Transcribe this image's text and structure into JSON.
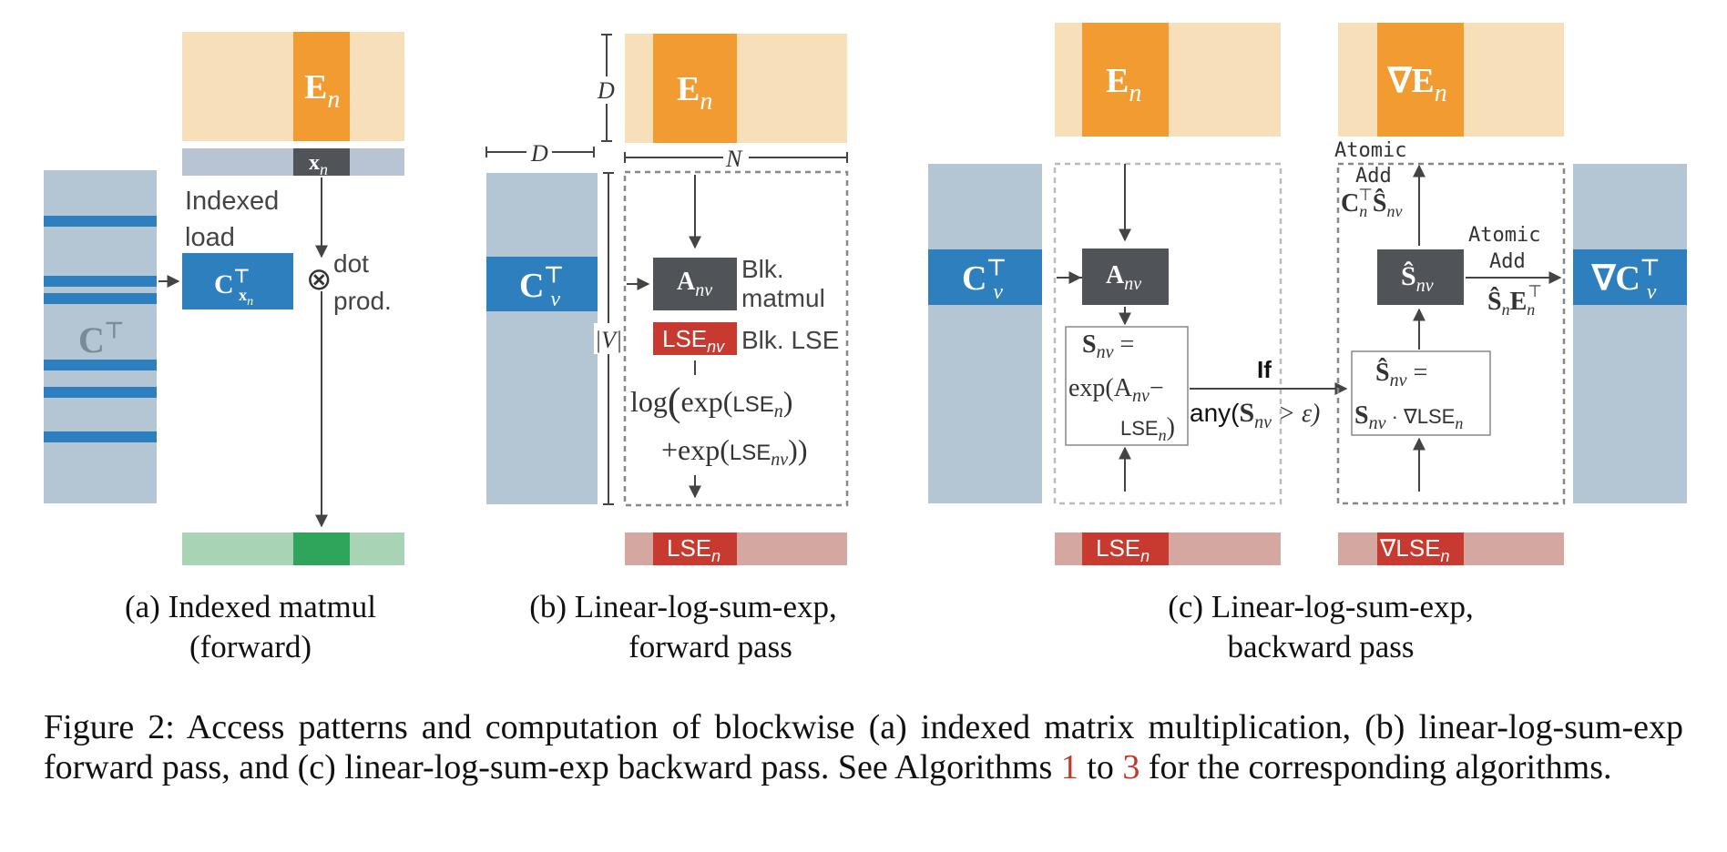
{
  "colors": {
    "e_light": "#f6dfb9",
    "e_dark": "#f29b30",
    "c_light": "#b4c6d3",
    "c_dark": "#2e7fbd",
    "x_strip": "#b8c3d4",
    "node_dark": "#505459",
    "lse_red": "#c83a30",
    "lse_light": "#d4a8a0",
    "out_light": "#a8d3b5",
    "out_dark": "#2ea55a"
  },
  "panel_a": {
    "E_label": "E",
    "E_sub": "n",
    "x_label": "x",
    "x_sub": "n",
    "indexed_load": [
      "Indexed",
      "load"
    ],
    "CT_label": "C",
    "CT_sup": "⊤",
    "Cx_label": "C",
    "Cx_sup": "⊤",
    "Cx_sub": "x",
    "Cx_subsub": "n",
    "dot_symbol": "⊗",
    "dot_label": [
      "dot",
      "prod."
    ],
    "caption": [
      "(a) Indexed matmul",
      "(forward)"
    ]
  },
  "panel_b": {
    "D_vertical": "D",
    "D_horizontal": "D",
    "N_label": "N",
    "V_label": "|V|",
    "E_label": "E",
    "E_sub": "n",
    "Cv_label": "C",
    "Cv_sup": "⊤",
    "Cv_sub": "v",
    "A_label": "A",
    "A_sub": "nv",
    "blk_matmul": [
      "Blk.",
      "matmul"
    ],
    "lse_nv": "LSE",
    "lse_nv_sub": "nv",
    "blk_lse": "Blk. LSE",
    "formula_line1": [
      "log",
      "(",
      "exp(",
      "LSE",
      "n",
      ")"
    ],
    "formula_line2": [
      "+exp(",
      "LSE",
      "nv",
      "))"
    ],
    "lse_out": "LSE",
    "lse_out_sub": "n",
    "caption": [
      "(b) Linear-log-sum-exp,",
      "forward pass"
    ]
  },
  "panel_c": {
    "E_label": "E",
    "E_sub": "n",
    "gradE_label": "∇E",
    "gradE_sub": "n",
    "Cv_label": "C",
    "Cv_sup": "⊤",
    "Cv_sub": "v",
    "A_label": "A",
    "A_sub": "nv",
    "S_box": [
      "S",
      "nv",
      " =",
      "exp(A",
      "nv",
      "−",
      "LSE",
      "n",
      ")"
    ],
    "if_label": "If",
    "any_label": [
      "any(",
      "S",
      "nv",
      " > ε)"
    ],
    "Shat_box": [
      "Ŝ",
      "nv",
      " =",
      "S",
      "nv",
      " · ∇LSE",
      "n"
    ],
    "Shat_node": "Ŝ",
    "Shat_node_sub": "nv",
    "atomic_add_top": [
      "Atomic",
      "Add"
    ],
    "atomic_add_top_expr": [
      "C",
      "n",
      "⊤",
      "Ŝ",
      "nv"
    ],
    "atomic_add_right": [
      "Atomic",
      "Add"
    ],
    "atomic_add_right_expr": [
      "Ŝ",
      "n",
      "E",
      "n",
      "⊤"
    ],
    "gradC_label": "∇C",
    "gradC_sup": "⊤",
    "gradC_sub": "v",
    "lse_bottom": "LSE",
    "lse_bottom_sub": "n",
    "grad_lse_bottom": "∇LSE",
    "grad_lse_bottom_sub": "n",
    "caption": [
      "(c) Linear-log-sum-exp,",
      "backward pass"
    ]
  },
  "figure_caption": {
    "text_1": "Figure 2:  Access patterns and computation of blockwise (a) indexed matrix multiplication, (b) linear-log-sum-exp forward pass, and (c) linear-log-sum-exp backward pass. See Algorithms ",
    "ref_1": "1",
    "text_2": " to ",
    "ref_2": "3",
    "text_3": " for the corresponding algorithms."
  }
}
